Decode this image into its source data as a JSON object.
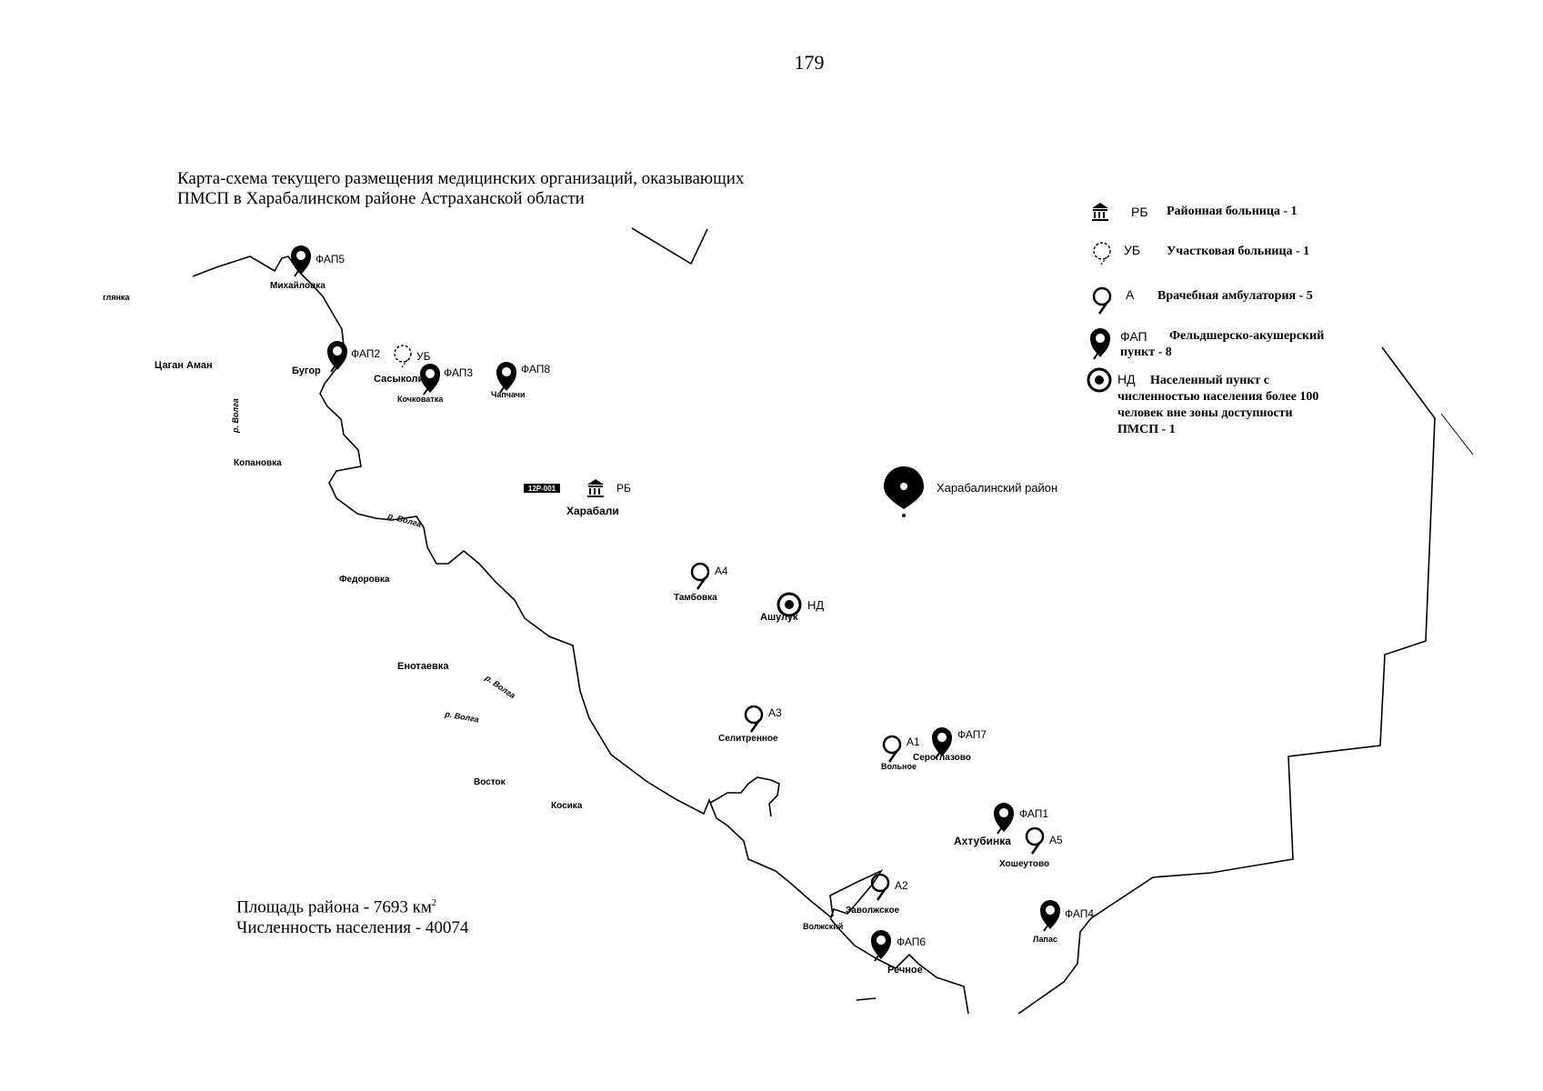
{
  "page_number": "179",
  "title_lines": [
    "Карта-схема текущего размещения медицинских организаций, оказывающих",
    "ПМСП в Харабалинском районе Астраханской области"
  ],
  "stats": {
    "area_prefix": "Площадь района - 7693 км",
    "area_sup": "2",
    "population": "Численность населения - 40074"
  },
  "legend": [
    {
      "abbr": "РБ",
      "desc_lines": [
        "Районная больница - 1"
      ],
      "icon": "hospital-building-icon"
    },
    {
      "abbr": "УБ",
      "desc_lines": [
        "Участковая больница - 1"
      ],
      "icon": "dashed-pin-icon"
    },
    {
      "abbr": "А",
      "desc_lines": [
        "Врачебная амбулатория - 5"
      ],
      "icon": "thin-pin-icon"
    },
    {
      "abbr": "ФАП",
      "desc_lines": [
        "Фельдшерско-акушерский",
        "пункт - 8"
      ],
      "icon": "bold-pin-icon"
    },
    {
      "abbr": "НД",
      "desc_lines": [
        "Населенный пункт с",
        "численностью населения более 100",
        "человек вне зоны доступности",
        "ПМСП - 1"
      ],
      "icon": "target-icon"
    }
  ],
  "district_marker": {
    "label": "Харабалинский район",
    "icon": "district-balloon-icon"
  },
  "road_sign": "12Р-001",
  "facilities": [
    {
      "code": "ФАП5",
      "type": "ФАП",
      "place": "Михайловка"
    },
    {
      "code": "ФАП2",
      "type": "ФАП",
      "place": "Бугор"
    },
    {
      "code": "УБ",
      "type": "УБ",
      "place": "Сасыколи"
    },
    {
      "code": "ФАП3",
      "type": "ФАП",
      "place": "Кочковатка"
    },
    {
      "code": "ФАП8",
      "type": "ФАП",
      "place": "Чапчачи"
    },
    {
      "code": "РБ",
      "type": "РБ",
      "place": "Харабали"
    },
    {
      "code": "А4",
      "type": "А",
      "place": "Тамбовка"
    },
    {
      "code": "НД",
      "type": "НД",
      "place": "Ашулук"
    },
    {
      "code": "А3",
      "type": "А",
      "place": "Селитренное"
    },
    {
      "code": "А1",
      "type": "А",
      "place": "Вольное"
    },
    {
      "code": "ФАП7",
      "type": "ФАП",
      "place": "Сероглазово"
    },
    {
      "code": "ФАП1",
      "type": "ФАП",
      "place": "Ахтубинка"
    },
    {
      "code": "А5",
      "type": "А",
      "place": "Хошеутово"
    },
    {
      "code": "А2",
      "type": "А",
      "place": "Заволжское"
    },
    {
      "code": "ФАП6",
      "type": "ФАП",
      "place": "Речное"
    },
    {
      "code": "ФАП4",
      "type": "ФАП",
      "place": "Лапас"
    }
  ],
  "other_places": [
    "глянка",
    "Цаган Аман",
    "Копановка",
    "Федоровка",
    "Енотаевка",
    "Восток",
    "Косика",
    "Волжский"
  ],
  "river_labels": [
    "р. Волга",
    "р. Волга",
    "р. Волга",
    "р. Волга"
  ]
}
